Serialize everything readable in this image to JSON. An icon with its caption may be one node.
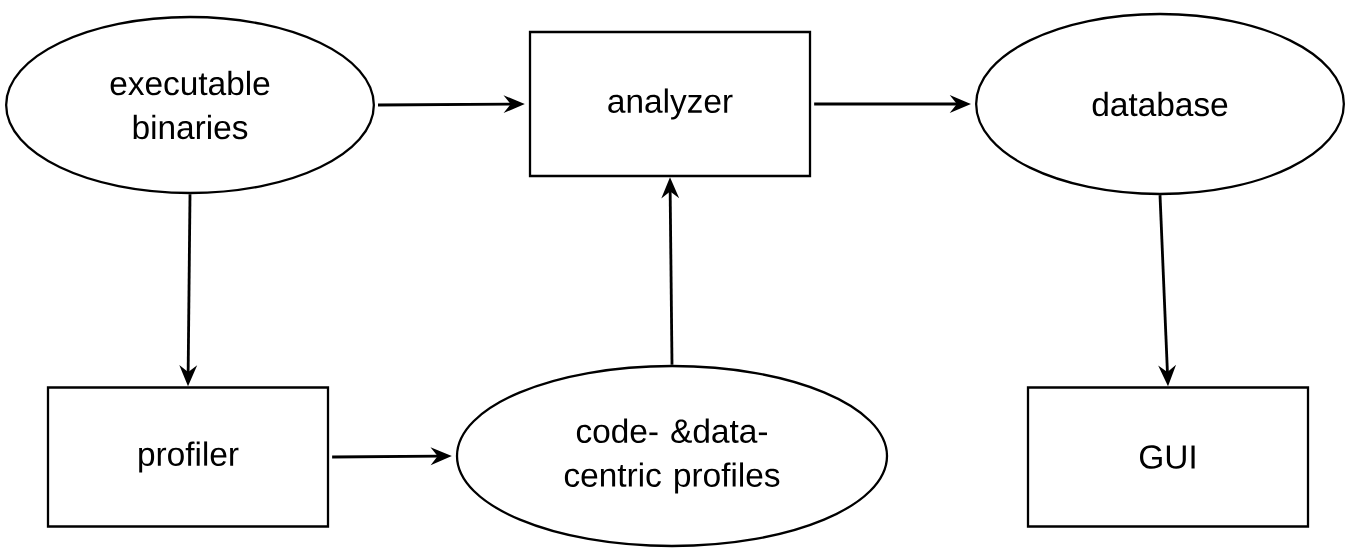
{
  "diagram": {
    "nodes": [
      {
        "text": [
          "executable binaries"
        ]
      },
      {
        "text": [
          "analyzer"
        ]
      },
      {
        "text": [
          "database"
        ]
      },
      {
        "text": [
          "profiler"
        ]
      },
      {
        "text": [
          "code- &data- centric profiles"
        ]
      },
      {
        "text": [
          "GUI"
        ]
      }
    ],
    "edges": [
      {
        "from": 0,
        "to": 1,
        "arrow": "to"
      },
      {
        "from": 1,
        "to": 2,
        "arrow": "to"
      },
      {
        "from": 0,
        "to": 3,
        "arrow": "to"
      },
      {
        "from": 3,
        "to": 4,
        "arrow": "to"
      },
      {
        "from": 4,
        "to": 1,
        "arrow": "to"
      },
      {
        "from": 2,
        "to": 5,
        "arrow": "to"
      }
    ]
  }
}
